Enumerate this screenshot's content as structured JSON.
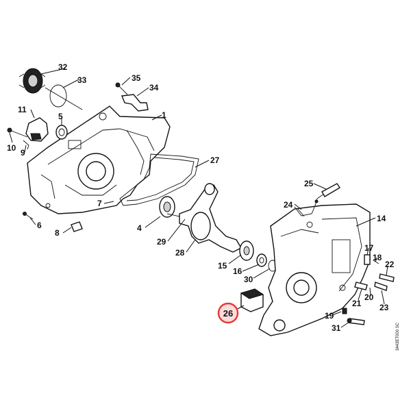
{
  "diagram": {
    "labels": {
      "p1": "1",
      "p4": "4",
      "p5": "5",
      "p6": "6",
      "p7": "7",
      "p8": "8",
      "p9": "9",
      "p10": "10",
      "p11": "11",
      "p14": "14",
      "p15": "15",
      "p16": "16",
      "p17": "17",
      "p18": "18",
      "p19": "19",
      "p20": "20",
      "p21": "21",
      "p22": "22",
      "p23": "23",
      "p24": "24",
      "p25": "25",
      "p26": "26",
      "p27": "27",
      "p28": "28",
      "p29": "29",
      "p30": "30",
      "p31": "31",
      "p32": "32",
      "p33": "33",
      "p34": "34",
      "p35": "35"
    },
    "highlighted_part": "26",
    "highlight_color": "#e53935",
    "reference_code": "3443ET000 SC"
  }
}
